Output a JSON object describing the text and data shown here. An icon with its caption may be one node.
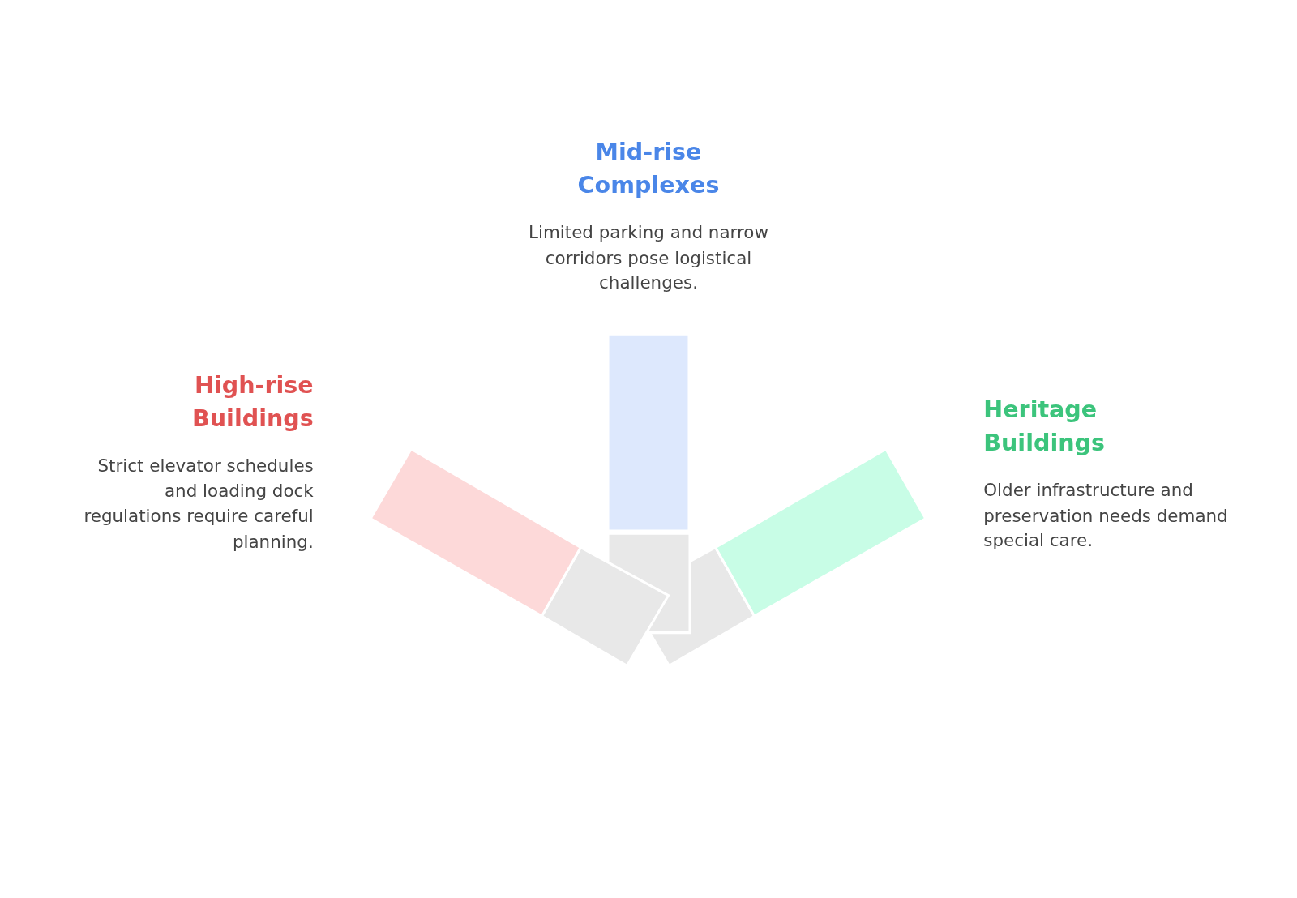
{
  "diagram": {
    "nodes": [
      {
        "text": [],
        "shape": "bar",
        "beside": [
          "High-rise Buildings",
          "Strict elevator schedules and loading dock regulations require careful planning."
        ]
      },
      {
        "text": [],
        "shape": "bar",
        "beside": [
          "Mid-rise Complexes",
          "Limited parking and narrow corridors pose logistical challenges."
        ]
      },
      {
        "text": [],
        "shape": "bar",
        "beside": [
          "Heritage Buildings",
          "Older infrastructure and preservation needs demand special care."
        ]
      }
    ]
  }
}
